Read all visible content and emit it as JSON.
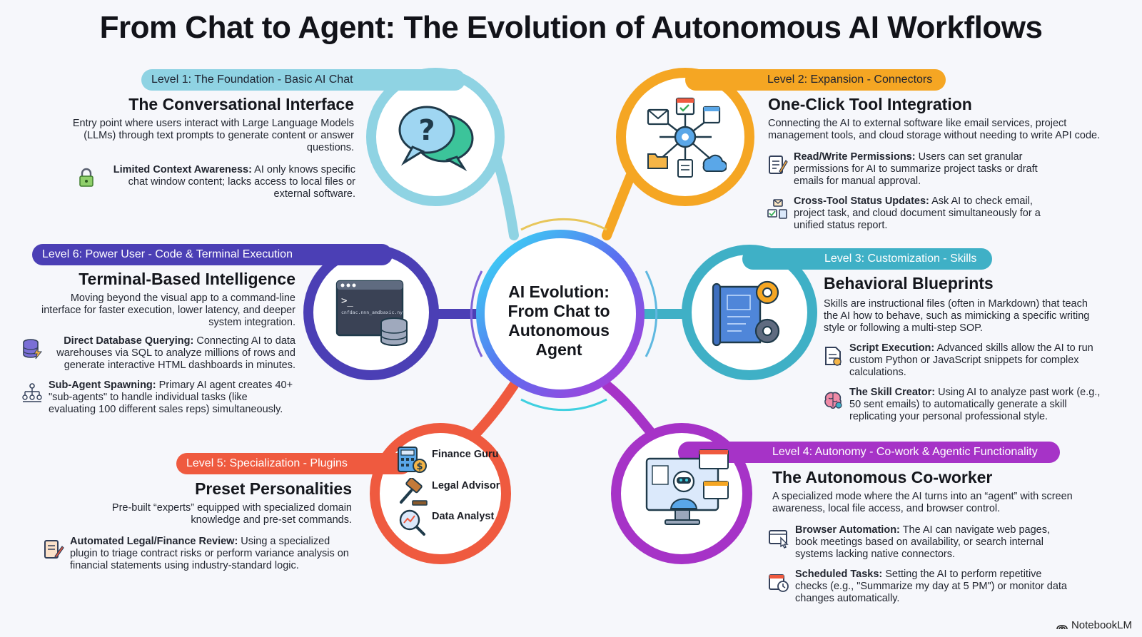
{
  "title": "From Chat to Agent: The Evolution of Autonomous AI Workflows",
  "center": {
    "lines": [
      "AI Evolution:",
      "From Chat to",
      "Autonomous",
      "Agent"
    ]
  },
  "colors": {
    "level1": "#7ccbdc",
    "level2": "#f5a623",
    "level3": "#3fb0c6",
    "level4": "#a633c7",
    "level5": "#ef5a3f",
    "level6": "#4b3fb5"
  },
  "levels": {
    "l1": {
      "tag": "Level 1: The Foundation - Basic AI Chat",
      "heading": "The Conversational Interface",
      "desc": "Entry point where users interact with Large Language Models (LLMs) through text prompts to generate content or answer questions.",
      "icon": "question-chat-bubbles-icon",
      "items": [
        {
          "icon": "padlock-icon",
          "bold": "Limited Context Awareness:",
          "text": " AI only knows specific chat window content; lacks access to local files or external software."
        }
      ]
    },
    "l2": {
      "tag": "Level 2: Expansion - Connectors",
      "heading": "One-Click Tool Integration",
      "desc": "Connecting the AI to external software like email services, project management tools, and cloud storage without needing to write API code.",
      "icon": "connector-hub-icon",
      "items": [
        {
          "icon": "document-pencil-icon",
          "bold": "Read/Write Permissions:",
          "text": " Users can set granular permissions for AI to summarize project tasks or draft emails for manual approval."
        },
        {
          "icon": "cross-tool-icon",
          "bold": "Cross-Tool Status Updates:",
          "text": " Ask AI to check email, project task, and cloud document simultaneously for a unified status report."
        }
      ]
    },
    "l3": {
      "tag": "Level 3: Customization - Skills",
      "heading": "Behavioral Blueprints",
      "desc": "Skills are instructional files (often in Markdown) that teach the AI how to behave, such as mimicking a specific writing style or following a multi-step SOP.",
      "icon": "blueprint-gears-icon",
      "items": [
        {
          "icon": "script-file-icon",
          "bold": "Script Execution:",
          "text": " Advanced skills allow the AI to run custom Python or JavaScript snippets for complex calculations."
        },
        {
          "icon": "brain-icon",
          "bold": "The Skill Creator:",
          "text": " Using AI to analyze past work (e.g., 50 sent emails) to automatically generate a skill replicating your personal professional style."
        }
      ]
    },
    "l4": {
      "tag": "Level 4: Autonomy - Co-work & Agentic Functionality",
      "heading": "The Autonomous Co-worker",
      "desc": "A specialized mode where the AI turns into an “agent” with screen awareness, local file access, and browser control.",
      "icon": "robot-monitor-icon",
      "items": [
        {
          "icon": "browser-cursor-icon",
          "bold": "Browser Automation:",
          "text": " The AI can navigate web pages, book meetings based on availability, or search internal systems lacking native connectors."
        },
        {
          "icon": "calendar-clock-icon",
          "bold": "Scheduled Tasks:",
          "text": " Setting the AI to perform repetitive checks (e.g., \"Summarize my day at 5 PM\") or monitor data changes automatically."
        }
      ]
    },
    "l5": {
      "tag": "Level 5: Specialization - Plugins",
      "heading": "Preset Personalities",
      "desc": "Pre-built “experts” equipped with specialized domain knowledge and pre-set commands.",
      "experts": [
        {
          "icon": "calculator-coin-icon",
          "label": "Finance Guru"
        },
        {
          "icon": "gavel-icon",
          "label": "Legal Advisor"
        },
        {
          "icon": "magnifier-chart-icon",
          "label": "Data Analyst"
        }
      ],
      "items": [
        {
          "icon": "document-pen-icon",
          "bold": "Automated Legal/Finance Review:",
          "text": " Using a specialized plugin to triage contract risks or perform variance analysis on financial statements using industry-standard logic."
        }
      ]
    },
    "l6": {
      "tag": "Level 6: Power User - Code & Terminal Execution",
      "heading": "Terminal-Based Intelligence",
      "desc": "Moving beyond the visual app to a command-line interface for faster execution, lower latency, and deeper system integration.",
      "icon": "terminal-database-icon",
      "terminal_text": "cnfdac.nnn_amdbaxic.ny",
      "items": [
        {
          "icon": "database-bolt-icon",
          "bold": "Direct Database Querying:",
          "text": " Connecting AI to data warehouses via SQL to analyze millions of rows and generate interactive HTML dashboards in minutes."
        },
        {
          "icon": "org-tree-icon",
          "bold": "Sub-Agent Spawning:",
          "text": " Primary AI agent creates 40+ \"sub-agents\" to handle individual tasks (like evaluating 100 different sales reps) simultaneously."
        }
      ]
    }
  },
  "brand": "NotebookLM"
}
